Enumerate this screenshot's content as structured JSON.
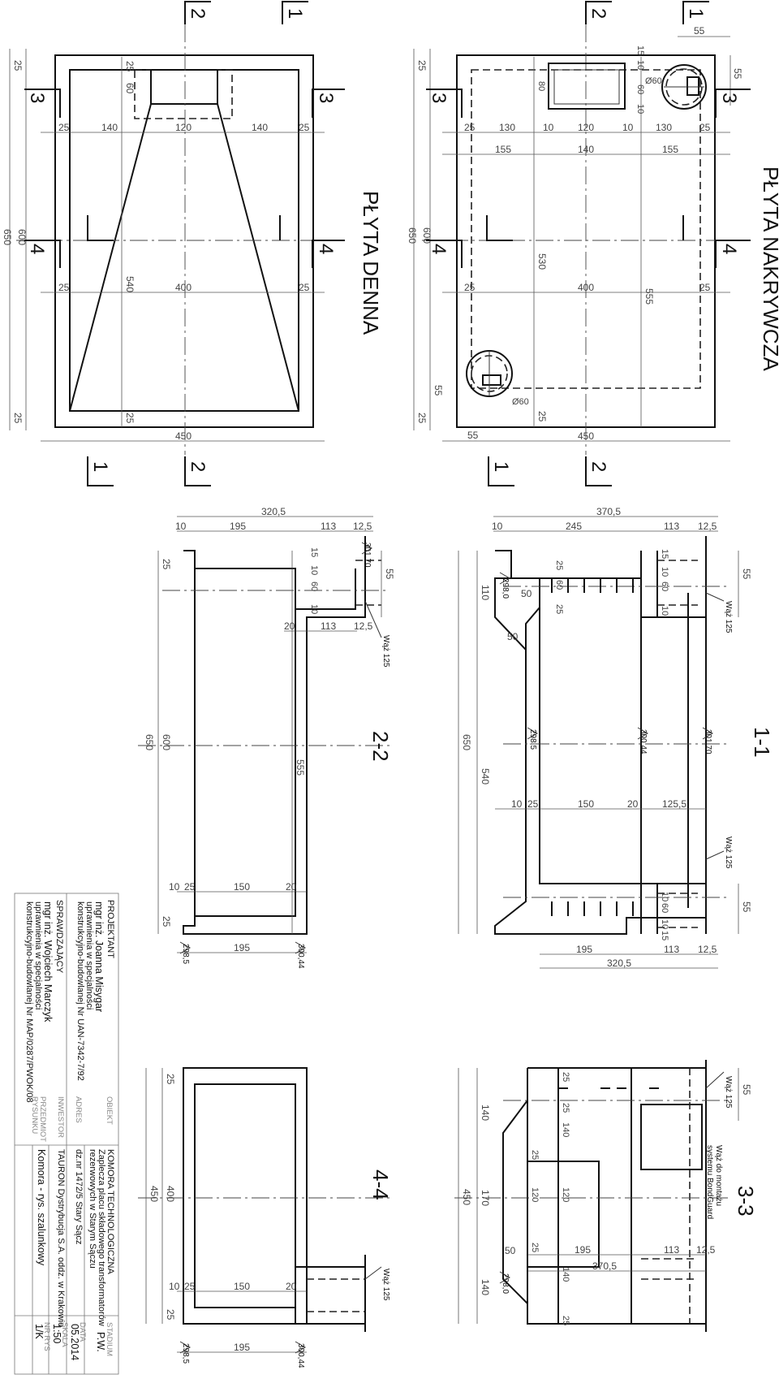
{
  "views": {
    "plyta_nakrywcza": {
      "title": "PŁYTA NAKRYWCZA",
      "dims_top": [
        "25",
        "130",
        "10",
        "120",
        "10",
        "130",
        "25"
      ],
      "dims_row2": [
        "155",
        "140",
        "155"
      ],
      "dims_mid": [
        "25",
        "400",
        "25"
      ],
      "dims_left": [
        "15",
        "80",
        "10",
        "60",
        "10"
      ],
      "dim_530": "530",
      "dim_555": "555",
      "dim_600": "600",
      "dim_650": "650",
      "dim_450": "450",
      "dim_55_a": "55",
      "dim_55_b": "55",
      "dim_55_c": "55",
      "dim_55_d": "55",
      "dim_25_top": "25",
      "dim_25_bot": "25",
      "dim_25_b2": "25",
      "phi_1": "Ø60",
      "phi_2": "Ø60"
    },
    "plyta_denna": {
      "title": "PŁYTA DENNA",
      "dims_top": [
        "25",
        "140",
        "120",
        "140",
        "25"
      ],
      "dims_mid": [
        "25",
        "400",
        "25"
      ],
      "dim_60": "60",
      "dim_540": "540",
      "dim_600": "600",
      "dim_650": "650",
      "dim_450": "450",
      "dim_25_a": "25",
      "dim_25_b": "25",
      "dim_25_c": "25",
      "dim_25_d": "25"
    },
    "section_1_1": {
      "title": "1-1",
      "dim_370_5": "370,5",
      "dims_top": [
        "10",
        "245",
        "113",
        "12,5"
      ],
      "dims_left": [
        "15",
        "10",
        "60",
        "10"
      ],
      "dims_inner_top": [
        "25",
        "60",
        "25"
      ],
      "dims_row": [
        "10",
        "25",
        "150",
        "20",
        "125,5"
      ],
      "dims_bottom": [
        "195",
        "113",
        "12,5"
      ],
      "dim_320_5": "320,5",
      "dim_650": "650",
      "dim_540": "540",
      "dim_110": "110",
      "dim_50_a": "50",
      "dim_50_b": "50",
      "dim_55_a": "55",
      "dim_55_b": "55",
      "dims_lower": [
        "10",
        "60",
        "10",
        "15"
      ],
      "lvl_298_0": "298,0",
      "lvl_298_5": "298,5",
      "lvl_300_44": "300,44",
      "lvl_301_70": "301,70",
      "waz_1": "Wąż 125",
      "waz_2": "Wąż 125"
    },
    "section_2_2": {
      "title": "2-2",
      "dim_320_5": "320,5",
      "dims_top": [
        "10",
        "195",
        "113",
        "12,5"
      ],
      "dims_left": [
        "15",
        "10",
        "60",
        "10"
      ],
      "dims_mid": [
        "20",
        "113",
        "12,5"
      ],
      "dims_bottom": [
        "10",
        "25",
        "150",
        "20"
      ],
      "dim_195": "195",
      "dim_650": "650",
      "dim_600": "600",
      "dim_555": "555",
      "dim_25_a": "25",
      "dim_25_b": "25",
      "dim_55": "55",
      "lvl_301_70": "301,70",
      "lvl_298_5": "298,5",
      "lvl_300_44": "300,44",
      "waz": "Wąż 125"
    },
    "section_3_3": {
      "title": "3-3",
      "note_1": "Wąż do montażu",
      "note_2": "systemu BondGuard",
      "waz": "Wąż 125",
      "dim_450": "450",
      "dims_side": [
        "140",
        "170",
        "140"
      ],
      "dims_inner_1": [
        "25",
        "140"
      ],
      "dims_inner_2": [
        "25",
        "120",
        "120",
        "25"
      ],
      "dim_50": "50",
      "dim_140_b": "140",
      "dim_25_bot": "25",
      "dims_bottom": [
        "195",
        "113",
        "12,5"
      ],
      "dim_370_5": "370,5",
      "dim_55": "55",
      "dim_25_top": "25",
      "lvl_298_0": "298,0"
    },
    "section_4_4": {
      "title": "4-4",
      "dim_400": "400",
      "dim_450": "450",
      "dims_bottom": [
        "10",
        "25",
        "150",
        "20"
      ],
      "dim_195": "195",
      "dim_25_a": "25",
      "dim_25_b": "25",
      "lvl_298_5": "298,5",
      "lvl_300_44": "300,44",
      "waz": "Wąż 125"
    }
  },
  "cut_markers": [
    "1",
    "2",
    "3",
    "4"
  ],
  "title_block": {
    "projektant_label": "PROJEKTANT",
    "projektant_name": "mgr inż. Joanna Misygar",
    "projektant_line2": "uprawnienia  w specjalności",
    "projektant_line3": "konstrukcyjno-budowlanej Nr UAN-7342-7/92",
    "sprawdzajacy_label": "SPRAWDZAJĄCY",
    "sprawdzajacy_name": "mgr inż. Wojciech Marczyk",
    "sprawdzajacy_line2": "uprawnienia  w specjalności",
    "sprawdzajacy_line3": "konstrukcyjno-budowlanej Nr MAP/0287/PWOK/08",
    "obiekt_label": "OBIEKT",
    "obiekt_line1": "KOMORA TECHNOLOGICZNA",
    "obiekt_line2": "Zaplecza placu składowego transformatorów",
    "obiekt_line3": "rezerwowych w Starym Sączu",
    "adres_label": "ADRES",
    "adres_value": "dz.nr 1472/5 Stary Sącz",
    "inwestor_label": "INWESTOR",
    "inwestor_value": "TAURON Dystrybucja S.A. oddz. w Krakowie",
    "przedmiot_label_1": "PRZEDMIOT",
    "przedmiot_label_2": "RYSUNKU",
    "przedmiot_value": "Komora - rys. szalunkowy",
    "stadium_label": "STADIUM",
    "stadium_value": "P.W.",
    "data_label": "DATA",
    "data_value": "05.2014",
    "skala_label": "SKALA",
    "skala_value": "1:50",
    "nr_label": "NR RYS",
    "nr_value": "1/K"
  }
}
